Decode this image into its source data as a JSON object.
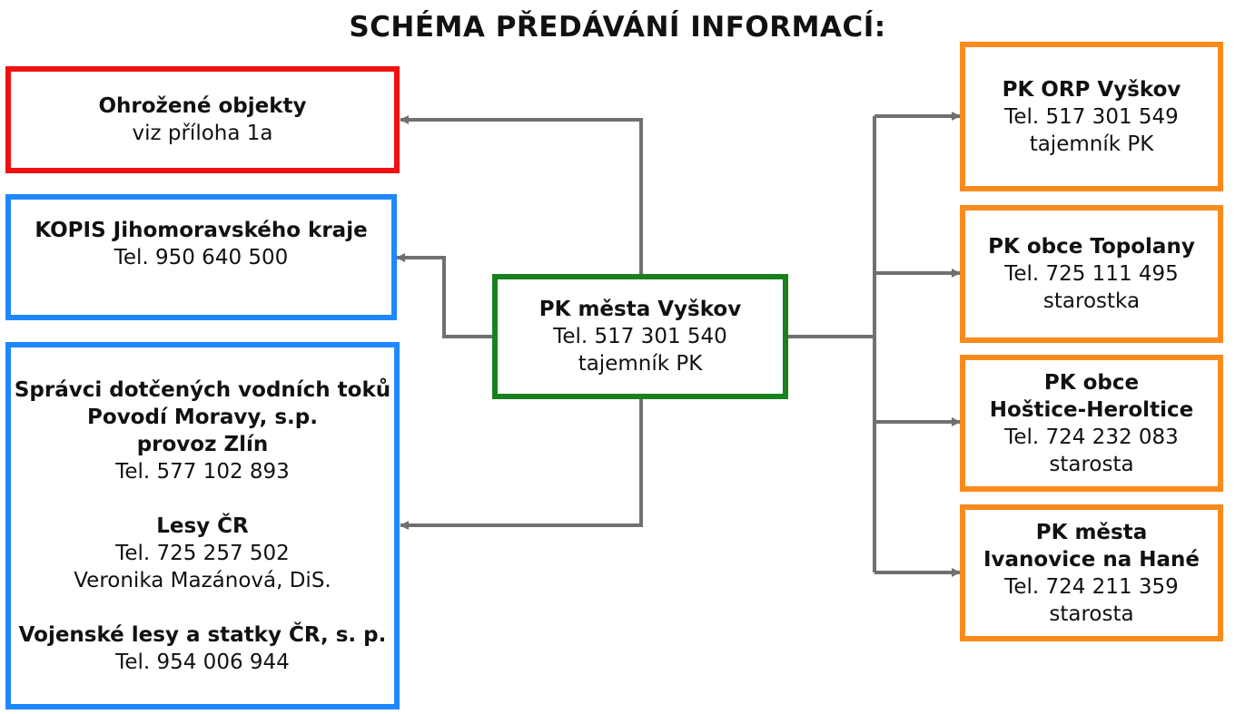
{
  "title": "SCHÉMA PŘEDÁVÁNÍ INFORMACÍ:",
  "colors": {
    "red": "#ef1111",
    "blue": "#1e88ff",
    "green": "#18811c",
    "orange": "#fb8a1d",
    "connector": "#707070"
  },
  "center": {
    "name": "PK města Vyškov",
    "tel": "Tel. 517 301 540",
    "role": "tajemník PK"
  },
  "left": {
    "ohrozene": {
      "name": "Ohrožené objekty",
      "sub": "viz příloha 1a"
    },
    "kopis": {
      "name": "KOPIS Jihomoravského kraje",
      "tel": "Tel. 950 640 500"
    },
    "spravci": {
      "l1": "Správci dotčených vodních toků",
      "l2": "Povodí Moravy, s.p.",
      "l3": "provoz Zlín",
      "tel1": "Tel. 577 102 893",
      "lesy_name": "Lesy ČR",
      "lesy_tel": "Tel. 725 257 502",
      "lesy_person": "Veronika Mazánová, DiS.",
      "vojenske_name": "Vojenské lesy a statky ČR, s. p.",
      "vojenske_tel": "Tel. 954 006 944"
    }
  },
  "right": {
    "orp": {
      "name": "PK ORP Vyškov",
      "tel": "Tel. 517 301 549",
      "role": "tajemník PK"
    },
    "topolany": {
      "name": "PK obce Topolany",
      "tel": "Tel. 725 111 495",
      "role": "starostka"
    },
    "hostice": {
      "name1": "PK obce",
      "name2": "Hoštice-Heroltice",
      "tel": "Tel. 724 232 083",
      "role": "starosta"
    },
    "ivanovice": {
      "name1": "PK města",
      "name2": "Ivanovice na Hané",
      "tel": "Tel. 724 211 359",
      "role": "starosta"
    }
  }
}
